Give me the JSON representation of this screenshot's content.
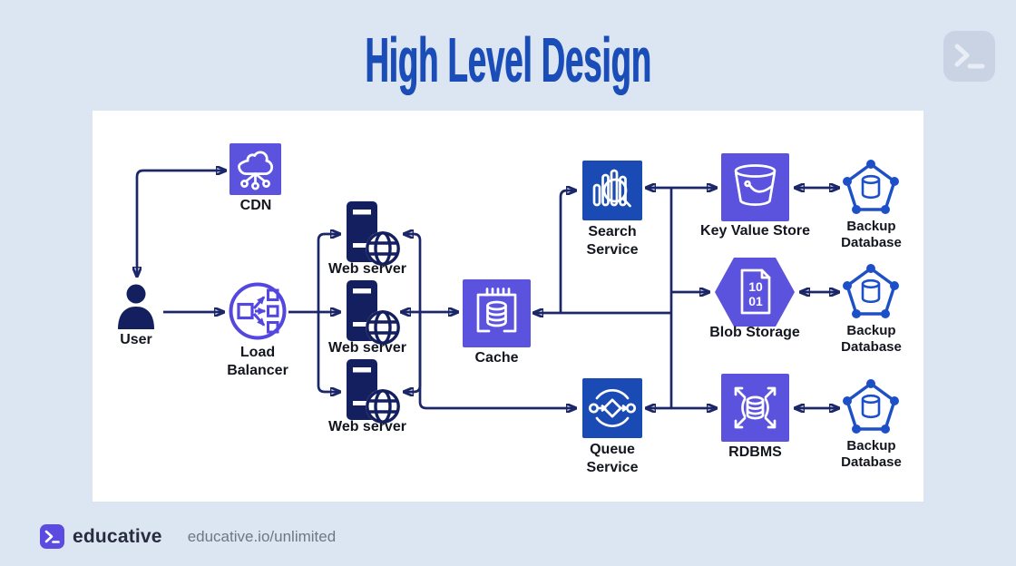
{
  "title": "High Level Design",
  "watermark": {
    "icon": "terminal-icon"
  },
  "footer": {
    "brand": "educative",
    "url": "educative.io/unlimited"
  },
  "colors": {
    "bg": "#dce6f2",
    "panel": "#ffffff",
    "title_blue": "#1b4db8",
    "line": "#1b2768",
    "icon_navy": "#131f5e",
    "purple": "#5b52dd",
    "lb_purple": "#5447e0",
    "blue": "#1a4bb5",
    "pent": "#1d50c8",
    "label": "#14161f",
    "footer_text": "#272c3f",
    "footer_gray": "#6f7785",
    "logo_purple": "#5b4be0",
    "wm_tile": "#c9d3e3",
    "wm_glyph": "#e9eef6"
  },
  "diagram": {
    "nodes": {
      "user": {
        "label": "User"
      },
      "cdn": {
        "label": "CDN"
      },
      "load_balancer": {
        "label": "Load Balancer"
      },
      "web_server": {
        "label": "Web server"
      },
      "cache": {
        "label": "Cache"
      },
      "search_service": {
        "label": "Search Service"
      },
      "queue_service": {
        "label": "Queue Service"
      },
      "key_value_store": {
        "label": "Key Value Store"
      },
      "blob_storage": {
        "label": "Blob Storage",
        "icon_lines": [
          "10",
          "01"
        ]
      },
      "rdbms": {
        "label": "RDBMS"
      },
      "backup_database": {
        "label": "Backup Database"
      }
    },
    "connections": [
      "User <-> CDN",
      "User -> Load Balancer",
      "Load Balancer -> Web server (x3)",
      "Web server <-> Cache",
      "Web servers -> Queue Service",
      "Cache <- services bus",
      "Cache -> Search Service",
      "Search Service <-> Key Value Store",
      "bus -> Blob Storage",
      "Queue Service <-> RDBMS",
      "Key Value Store <-> Backup Database",
      "Blob Storage <-> Backup Database",
      "RDBMS <-> Backup Database"
    ]
  }
}
